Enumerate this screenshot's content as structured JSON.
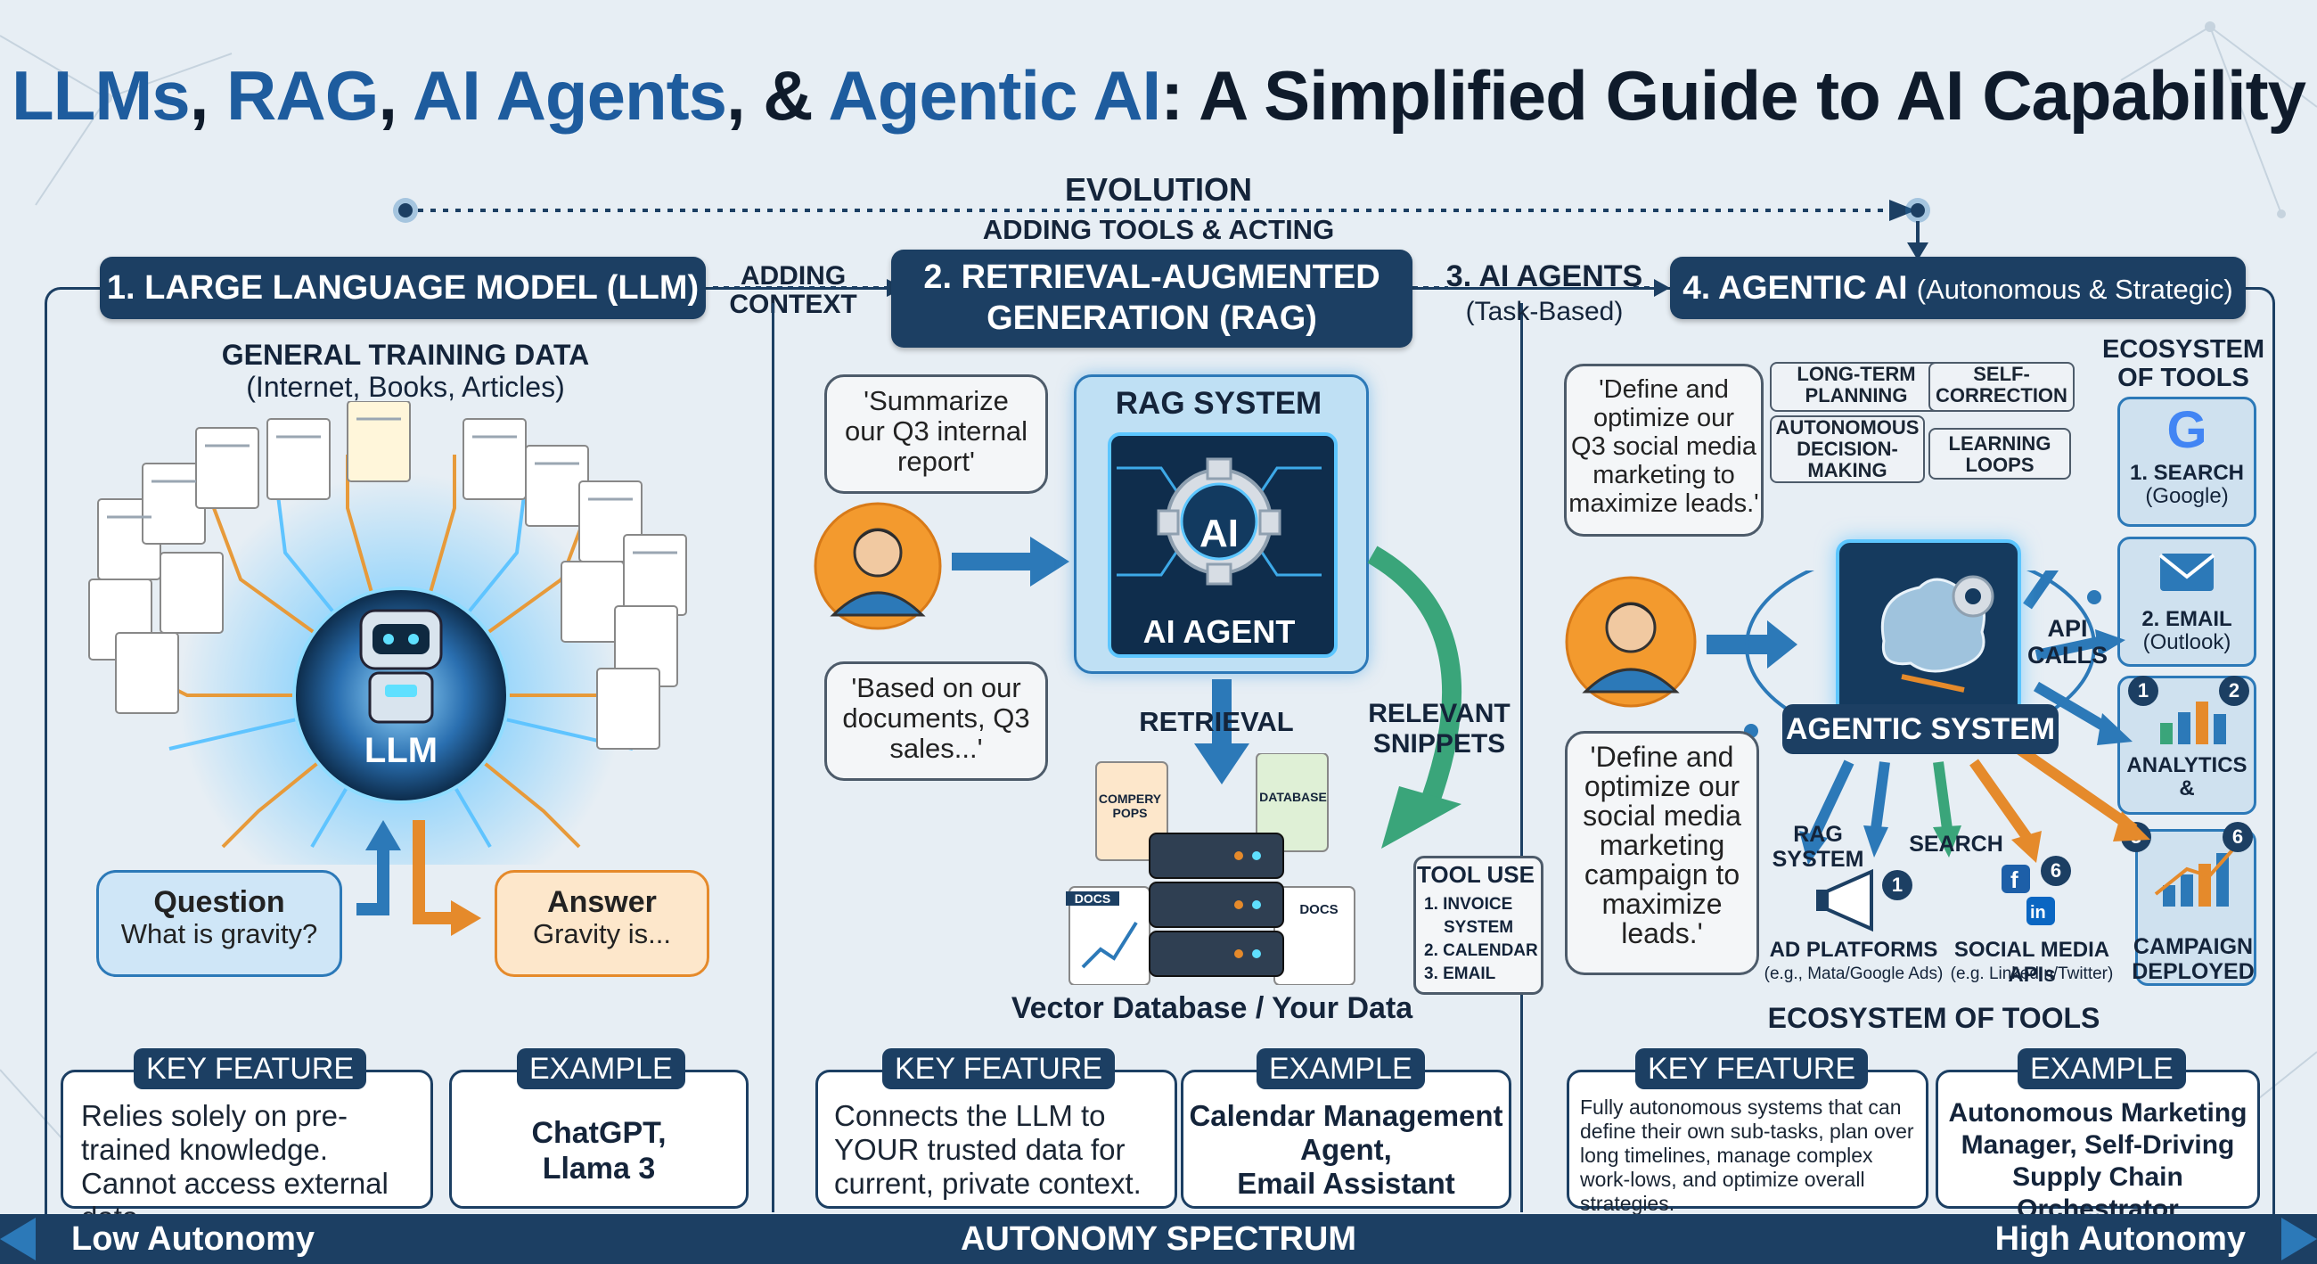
{
  "title": {
    "part1": "LLMs",
    "sep1": ", ",
    "part2": "RAG",
    "sep2": ", ",
    "part3": "AI Agents",
    "sep3": ", & ",
    "part4": "Agentic AI",
    "rest": ": A Simplified Guide to AI Capability"
  },
  "evolution": {
    "label": "EVOLUTION",
    "adding_tools": "ADDING TOOLS & ACTING",
    "adding_context_1": "ADDING",
    "adding_context_2": "CONTEXT"
  },
  "headers": {
    "llm": "1. LARGE LANGUAGE MODEL (LLM)",
    "rag_1": "2. RETRIEVAL-AUGMENTED",
    "rag_2": "GENERATION (RAG)",
    "agents": "3. AI AGENTS",
    "agents_sub": "(Task-Based)",
    "agentic_bold": "4. AGENTIC AI",
    "agentic_sub": "(Autonomous & Strategic)"
  },
  "llm": {
    "training_title": "GENERAL TRAINING DATA",
    "training_sub": "(Internet, Books, Articles)",
    "core_label": "LLM",
    "question_title": "Question",
    "question_text": "What is gravity?",
    "answer_title": "Answer",
    "answer_text": "Gravity is...",
    "key_feature_tag": "KEY FEATURE",
    "key_feature_text": "Relies solely on pre-trained knowledge. Cannot access external data.",
    "example_tag": "EXAMPLE",
    "example_1": "ChatGPT,",
    "example_2": "Llama 3"
  },
  "rag": {
    "query_1": "'Summarize",
    "query_2": "our Q3 internal",
    "query_3": "report'",
    "system_title": "RAG SYSTEM",
    "ai_chip": "AI",
    "agent_label": "AI AGENT",
    "response_1": "'Based on our",
    "response_2": "documents, Q3",
    "response_3": "sales...'",
    "retrieval": "RETRIEVAL",
    "snippets_1": "RELEVANT",
    "snippets_2": "SNIPPETS",
    "doc_company_1": "COMPERY",
    "doc_company_2": "POPS",
    "doc_database": "DATABASE",
    "doc_docs_1": "DOCS",
    "doc_docs_2": "DOCS",
    "db_caption": "Vector Database / Your Data",
    "tool_use_title": "TOOL USE",
    "tool_use_items": [
      "1. INVOICE",
      "SYSTEM",
      "2. CALENDAR",
      "3. EMAIL"
    ],
    "key_feature_tag": "KEY FEATURE",
    "key_feature_text": "Connects the LLM to YOUR trusted data for current, private context.",
    "example_tag": "EXAMPLE",
    "example_1": "Calendar Management",
    "example_2": "Agent,",
    "example_3": "Email Assistant"
  },
  "agentic": {
    "goal_1": [
      "'Define and",
      "optimize our",
      "Q3 social media",
      "marketing to",
      "maximize leads.'"
    ],
    "goal_2": [
      "'Define and",
      "optimize our",
      "social media",
      "marketing",
      "campaign to",
      "maximize",
      "leads.'"
    ],
    "cap_long_term": "LONG-TERM PLANNING",
    "cap_self_correction": "SELF-CORRECTION",
    "cap_autonomous": "AUTONOMOUS DECISION-MAKING",
    "cap_learning": "LEARNING LOOPS",
    "system_label": "AGENTIC SYSTEM",
    "api_1": "API",
    "api_2": "CALLS",
    "rag_system_1": "RAG",
    "rag_system_2": "SYSTEM",
    "search": "SEARCH",
    "ad_platforms": "AD PLATFORMS",
    "ad_platforms_sub": "(e.g., Mata/Google Ads)",
    "social_apis": "SOCIAL MEDIA APIs",
    "social_apis_sub": "(e.g. LinkedIn/Twitter)",
    "campaign_1": "CAMPAIGN",
    "campaign_2": "DEPLOYED",
    "ecosystem_title_1": "ECOSYSTEM",
    "ecosystem_title_2": "OF TOOLS",
    "ecosystem_bottom": "ECOSYSTEM OF TOOLS",
    "tool_search_1": "1. SEARCH",
    "tool_search_2": "(Google)",
    "tool_email_1": "2. EMAIL",
    "tool_email_2": "(Outlook)",
    "tool_analytics_1": "ANALYTICS",
    "tool_analytics_2": "&",
    "badges": [
      "1",
      "2",
      "3",
      "6",
      "1",
      "6"
    ],
    "key_feature_tag": "KEY FEATURE",
    "key_feature_text": "Fully autonomous systems that can define their own sub-tasks, plan over long timelines, manage complex work-lows, and optimize overall strategies.",
    "example_tag": "EXAMPLE",
    "example_1": "Autonomous Marketing",
    "example_2": "Manager, Self-Driving",
    "example_3": "Supply Chain Orchestrator"
  },
  "spectrum": {
    "low": "Low Autonomy",
    "mid": "AUTONOMY SPECTRUM",
    "high": "High Autonomy"
  },
  "colors": {
    "navy": "#1c3f63",
    "blue": "#2c79b8",
    "orange": "#e58a2b",
    "green": "#3aa57a",
    "bg": "#e7eef4"
  }
}
